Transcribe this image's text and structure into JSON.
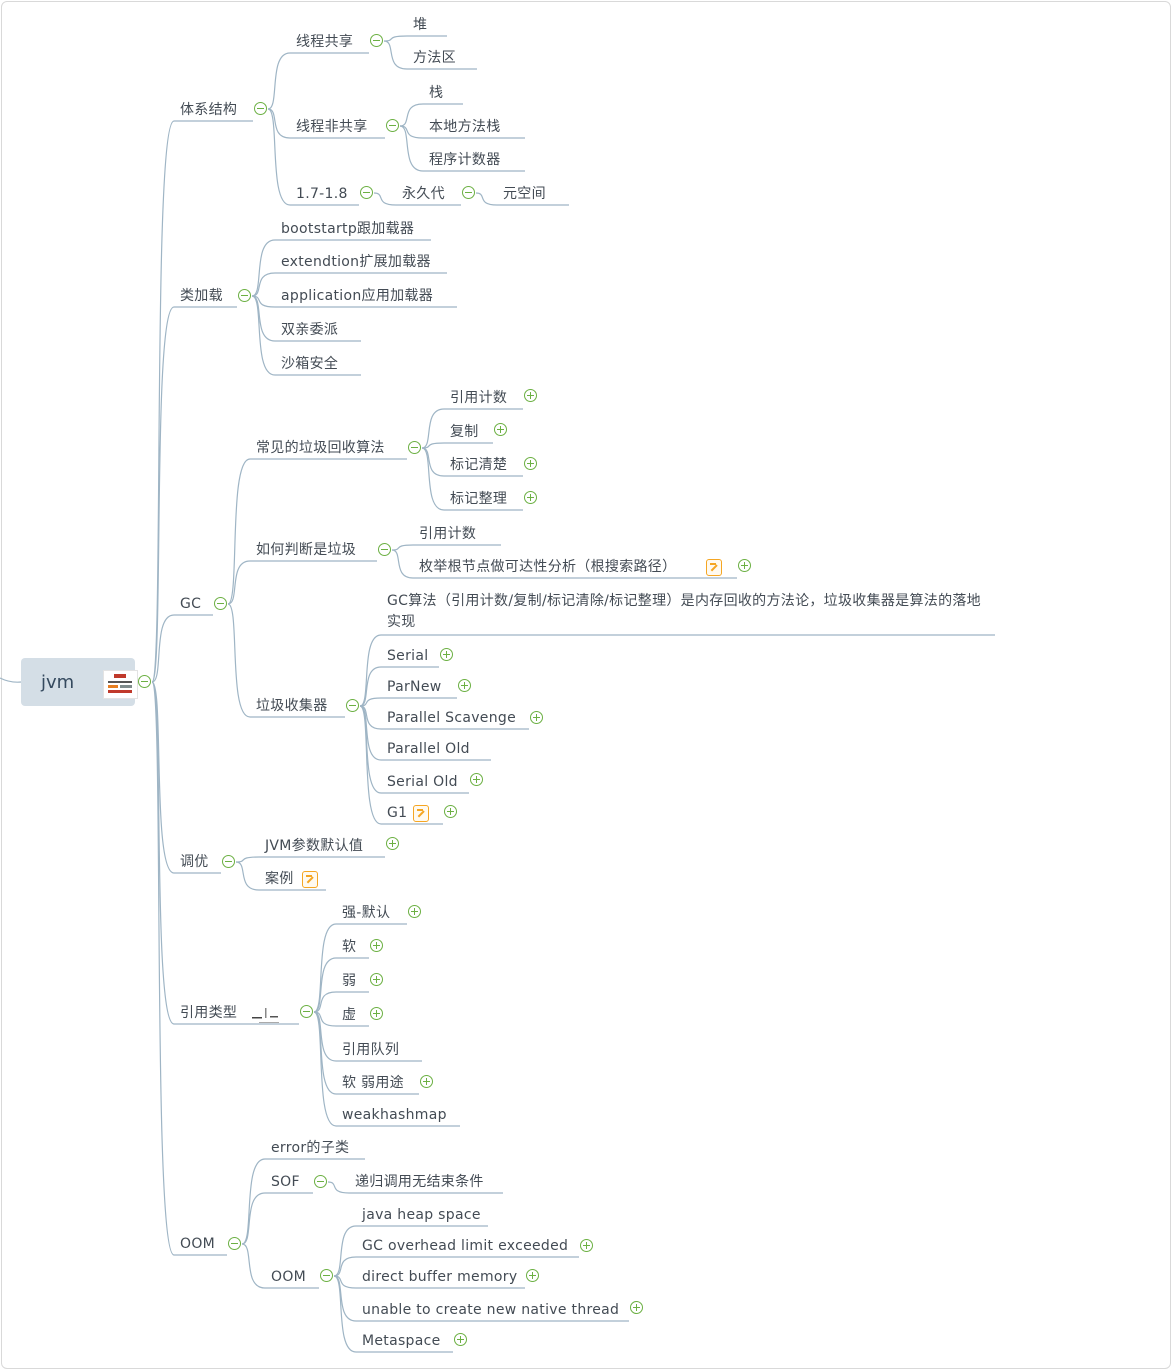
{
  "map": {
    "root": "jvm",
    "branches": [
      {
        "label": "体系结构",
        "children": [
          {
            "label": "线程共享",
            "children": [
              {
                "label": "堆"
              },
              {
                "label": "方法区"
              }
            ]
          },
          {
            "label": "线程非共享",
            "children": [
              {
                "label": "栈"
              },
              {
                "label": "本地方法栈"
              },
              {
                "label": "程序计数器"
              }
            ]
          },
          {
            "label": "1.7-1.8",
            "children": [
              {
                "label": "永久代",
                "children": [
                  {
                    "label": "元空间"
                  }
                ]
              }
            ]
          }
        ]
      },
      {
        "label": "类加载",
        "children": [
          {
            "label": "bootstartp跟加载器"
          },
          {
            "label": "extendtion扩展加载器"
          },
          {
            "label": "application应用加载器"
          },
          {
            "label": "双亲委派"
          },
          {
            "label": "沙箱安全"
          }
        ]
      },
      {
        "label": "GC",
        "children": [
          {
            "label": "常见的垃圾回收算法",
            "children": [
              {
                "label": "引用计数",
                "collapsed": true
              },
              {
                "label": "复制",
                "collapsed": true
              },
              {
                "label": "标记清楚",
                "collapsed": true
              },
              {
                "label": "标记整理",
                "collapsed": true
              }
            ]
          },
          {
            "label": "如何判断是垃圾",
            "children": [
              {
                "label": "引用计数"
              },
              {
                "label": "枚举根节点做可达性分析（根搜索路径）",
                "note": true,
                "collapsed": true
              }
            ]
          },
          {
            "label": "垃圾收集器",
            "children": [
              {
                "label": "GC算法（引用计数/复制/标记清除/标记整理）是内存回收的方法论，垃圾收集器是算法的落地实现"
              },
              {
                "label": "Serial",
                "collapsed": true
              },
              {
                "label": "ParNew",
                "collapsed": true
              },
              {
                "label": "Parallel Scavenge",
                "collapsed": true
              },
              {
                "label": "Parallel Old"
              },
              {
                "label": "Serial Old",
                "collapsed": true
              },
              {
                "label": "G1",
                "note": true,
                "collapsed": true
              }
            ]
          }
        ]
      },
      {
        "label": "调优",
        "children": [
          {
            "label": "JVM参数默认值",
            "collapsed": true
          },
          {
            "label": "案例",
            "note": true
          }
        ]
      },
      {
        "label": "引用类型",
        "image": true,
        "children": [
          {
            "label": "强-默认",
            "collapsed": true
          },
          {
            "label": "软",
            "collapsed": true
          },
          {
            "label": "弱",
            "collapsed": true
          },
          {
            "label": "虚",
            "collapsed": true
          },
          {
            "label": "引用队列"
          },
          {
            "label": "软 弱用途",
            "collapsed": true
          },
          {
            "label": "weakhashmap"
          }
        ]
      },
      {
        "label": "OOM",
        "children": [
          {
            "label": "error的子类"
          },
          {
            "label": "SOF",
            "children": [
              {
                "label": "递归调用无结束条件"
              }
            ]
          },
          {
            "label": "OOM",
            "children": [
              {
                "label": "java heap space"
              },
              {
                "label": "GC overhead limit exceeded",
                "collapsed": true
              },
              {
                "label": "direct buffer memory",
                "collapsed": true
              },
              {
                "label": "unable to create new native thread",
                "collapsed": true
              },
              {
                "label": "Metaspace",
                "collapsed": true
              }
            ]
          }
        ]
      }
    ]
  },
  "colors": {
    "line": "#9fb5c5",
    "text": "#434b54",
    "toggle": "#6cb043",
    "note": "#f5a623",
    "root_fill": "#d4dee6"
  },
  "icons": {
    "expanded": "minus-circle-icon",
    "collapsed": "plus-circle-icon",
    "note": "note-icon",
    "image": "image-thumbnail"
  }
}
